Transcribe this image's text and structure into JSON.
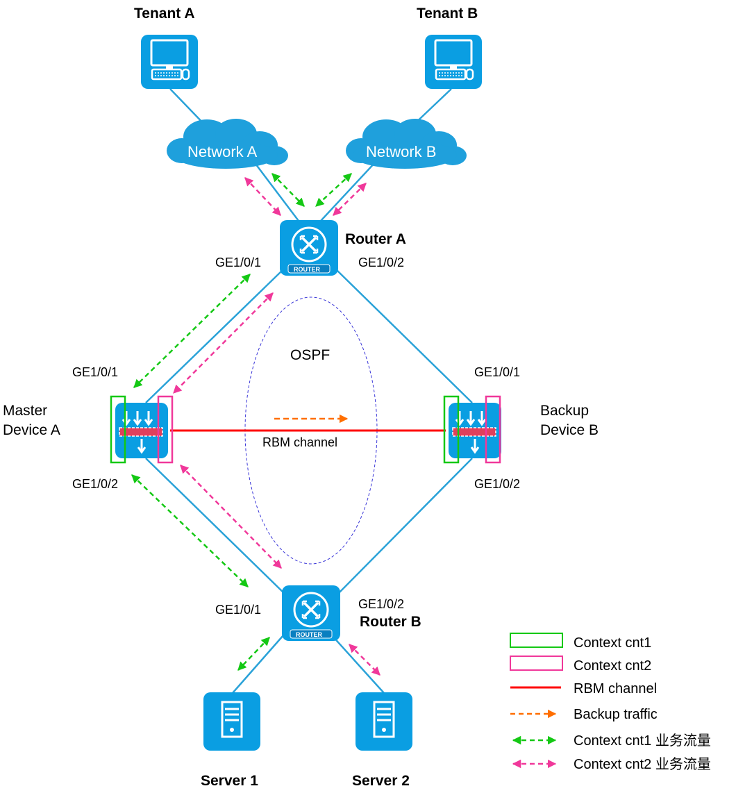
{
  "tenants": {
    "a": "Tenant A",
    "b": "Tenant B"
  },
  "networks": {
    "a": "Network A",
    "b": "Network B"
  },
  "routers": {
    "a": {
      "name": "Router A",
      "badge": "ROUTER",
      "port_left": "GE1/0/1",
      "port_right": "GE1/0/2"
    },
    "b": {
      "name": "Router B",
      "badge": "ROUTER",
      "port_left": "GE1/0/1",
      "port_right": "GE1/0/2"
    }
  },
  "devices": {
    "a": {
      "line1": "Master",
      "line2": "Device A",
      "port_top": "GE1/0/1",
      "port_bottom": "GE1/0/2"
    },
    "b": {
      "line1": "Backup",
      "line2": "Device B",
      "port_top": "GE1/0/1",
      "port_bottom": "GE1/0/2"
    }
  },
  "ospf_label": "OSPF",
  "rbm_label": "RBM channel",
  "servers": {
    "s1": "Server 1",
    "s2": "Server 2"
  },
  "legend": {
    "cnt1": "Context cnt1",
    "cnt2": "Context cnt2",
    "rbm": "RBM channel",
    "backup": "Backup traffic",
    "cnt1_traffic": "Context cnt1 业务流量",
    "cnt2_traffic": "Context cnt2 业务流量"
  },
  "colors": {
    "icon_blue": "#0a9ee2",
    "link_blue": "#2aa2d8",
    "cnt1_green": "#14c814",
    "cnt2_pink": "#f0389a",
    "rbm_red": "#ff0000",
    "backup_orange": "#ff6e00",
    "ospf_ellipse": "#3a36d8"
  }
}
